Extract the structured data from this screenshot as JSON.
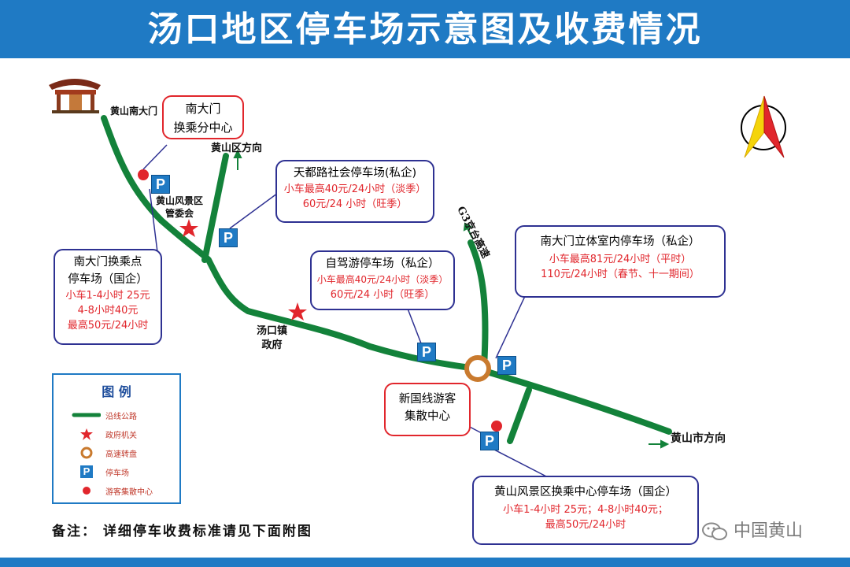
{
  "title": "汤口地区停车场示意图及收费情况",
  "places": {
    "south_gate": "黄山南大门",
    "huangshan_district": "黄山区方向",
    "committee": "黄山风景区\n管委会",
    "tangkou_gov": "汤口镇\n政府",
    "g3": "G3京台高速",
    "city_direction": "黄山市方向"
  },
  "callouts": {
    "transfer_sub": {
      "title": "南大门\n换乘分中心"
    },
    "tiandu": {
      "title": "天都路社会停车场(私企)",
      "lines": [
        "小车最高40元/24小时（淡季）",
        "60元/24 小时（旺季）"
      ]
    },
    "south_gate_point": {
      "title": "南大门换乘点\n停车场（国企）",
      "lines": [
        "小车1-4小时 25元",
        "4-8小时40元",
        "最高50元/24小时"
      ]
    },
    "self_drive": {
      "title": "自驾游停车场（私企）",
      "lines": [
        "小车最高40元/24小时（淡季）",
        "60元/24 小时（旺季）"
      ]
    },
    "indoor": {
      "title": "南大门立体室内停车场（私企）",
      "lines": [
        "小车最高81元/24小时（平时）",
        "110元/24小时（春节、十一期间）"
      ]
    },
    "distribution": {
      "title": "新国线游客\n集散中心"
    },
    "transfer_center": {
      "title": "黄山风景区换乘中心停车场（国企）",
      "lines": [
        "小车1-4小时 25元；4-8小时40元；",
        "最高50元/24小时"
      ]
    }
  },
  "parking_symbol": "P",
  "legend": {
    "title": "图 例",
    "items": [
      {
        "label": "沿线公路",
        "icon": "road-line-icon"
      },
      {
        "label": "政府机关",
        "icon": "red-star-icon"
      },
      {
        "label": "高速转盘",
        "icon": "roundabout-icon"
      },
      {
        "label": "停车场",
        "icon": "parking-icon"
      },
      {
        "label": "游客集散中心",
        "icon": "red-dot-icon"
      }
    ]
  },
  "note": "备注：  详细停车收费标准请见下面附图",
  "watermark": "中国黄山",
  "colors": {
    "header": "#1f7ac4",
    "road": "#13823a",
    "red": "#e1262c",
    "box_border": "#2e3192"
  }
}
